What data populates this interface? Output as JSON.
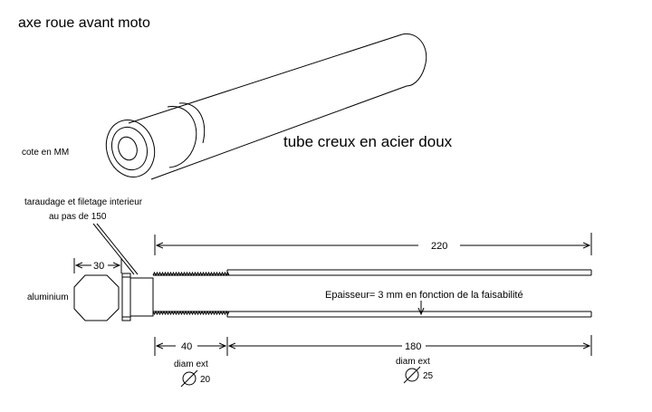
{
  "title": "axe roue avant moto",
  "units_note": "cote en MM",
  "material_label": "tube creux en acier doux",
  "thread_note_line1": "taraudage et filetage interieur",
  "thread_note_line2": "au pas de 150",
  "nut_material": "aluminium",
  "thickness_note": "Epaisseur= 3 mm  en fonction de la faisabilité",
  "dims": {
    "overall_length": "220",
    "nut_width": "30",
    "small_length": "40",
    "large_length": "180",
    "diam_label": "diam ext",
    "small_diam": "20",
    "large_diam": "25"
  }
}
